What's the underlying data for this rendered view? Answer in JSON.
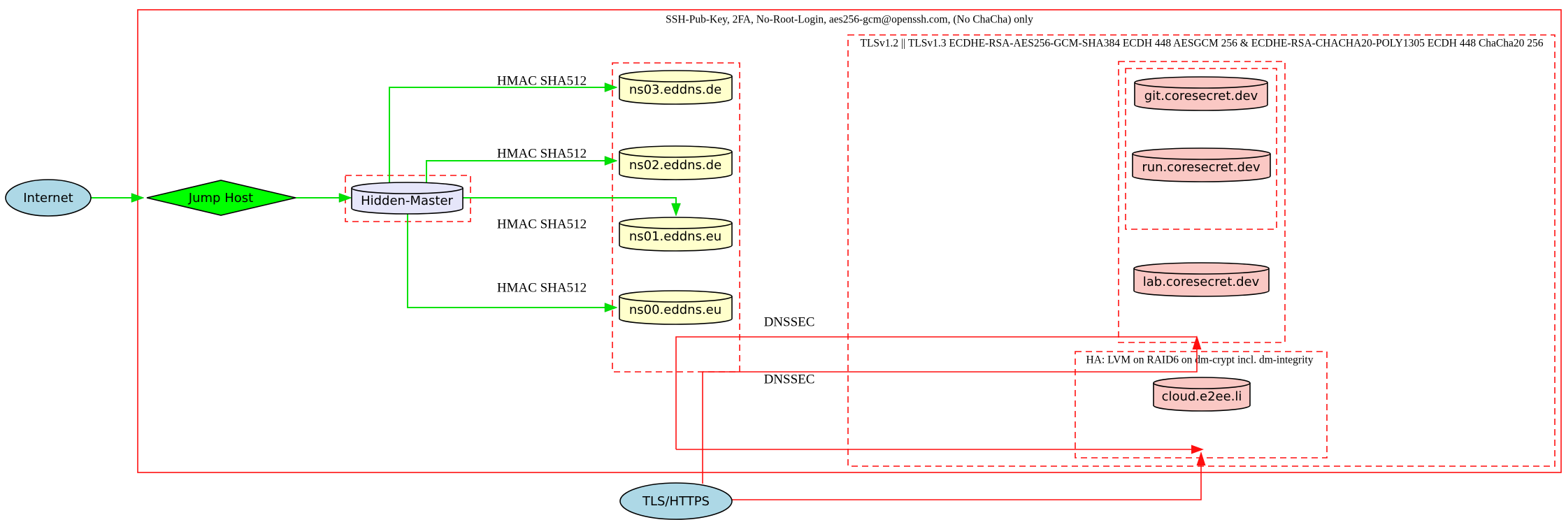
{
  "diagram": {
    "title_hint": "DNS / hosting security architecture diagram",
    "clusters": {
      "ssh": {
        "label": "SSH-Pub-Key, 2FA, No-Root-Login, aes256-gcm@openssh.com, (No ChaCha) only"
      },
      "tls": {
        "label": "TLSv1.2 || TLSv1.3 ECDHE-RSA-AES256-GCM-SHA384 ECDH 448 AESGCM 256 & ECDHE-RSA-CHACHA20-POLY1305 ECDH 448 ChaCha20 256"
      },
      "ha": {
        "label": "HA: LVM on RAID6 on dm-crypt incl. dm-integrity"
      }
    },
    "nodes": {
      "internet": "Internet",
      "jump_host": "Jump Host",
      "hidden_master": "Hidden-Master",
      "ns03": "ns03.eddns.de",
      "ns02": "ns02.eddns.de",
      "ns01": "ns01.eddns.eu",
      "ns00": "ns00.eddns.eu",
      "git": "git.coresecret.dev",
      "run": "run.coresecret.dev",
      "lab": "lab.coresecret.dev",
      "cloud": "cloud.e2ee.li",
      "tls_https": "TLS/HTTPS"
    },
    "edge_labels": {
      "hmac": "HMAC SHA512",
      "dnssec": "DNSSEC"
    },
    "colors": {
      "edge_green": "#00e205",
      "edge_red": "#ff0f0f",
      "node_blue": "#add8e6",
      "node_green": "#00ff00",
      "node_lavender": "#e6e6fa",
      "node_yellow": "#ffffcc",
      "node_pink": "#fac8c4",
      "stroke_black": "#000000"
    }
  }
}
